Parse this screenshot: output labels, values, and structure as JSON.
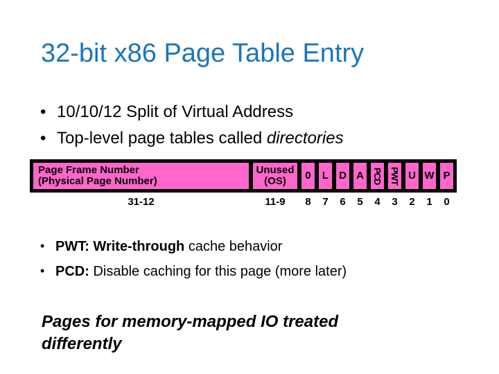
{
  "slide": {
    "title": "32-bit x86 Page Table Entry",
    "title_color": "#1B75BC",
    "bullet_char": "•",
    "bullets": [
      {
        "text": "10/10/12 Split of Virtual Address"
      },
      {
        "prefix": "Top-level page tables called ",
        "italic": "directories"
      }
    ],
    "diagram": {
      "fill_color": "#FF66CC",
      "border_color": "#000000",
      "fields": [
        {
          "label": "Page Frame Number",
          "label2": "(Physical Page Number)",
          "bits": "31-12"
        },
        {
          "label": "Unused",
          "label2": "(OS)",
          "bits": "11-9"
        },
        {
          "label": "0",
          "bits": "8"
        },
        {
          "label": "L",
          "bits": "7"
        },
        {
          "label": "D",
          "bits": "6"
        },
        {
          "label": "A",
          "bits": "5"
        },
        {
          "label": "PCD",
          "bits": "4"
        },
        {
          "label": "PWT",
          "bits": "3"
        },
        {
          "label": "U",
          "bits": "2"
        },
        {
          "label": "W",
          "bits": "1"
        },
        {
          "label": "P",
          "bits": "0"
        }
      ]
    },
    "notes": [
      {
        "bold": "PWT: Write-through",
        "normal": " cache behavior"
      },
      {
        "bold": "PCD:",
        "normal": " Disable caching for this page (more later)"
      }
    ],
    "footer": "Pages for memory-mapped IO treated differently"
  }
}
